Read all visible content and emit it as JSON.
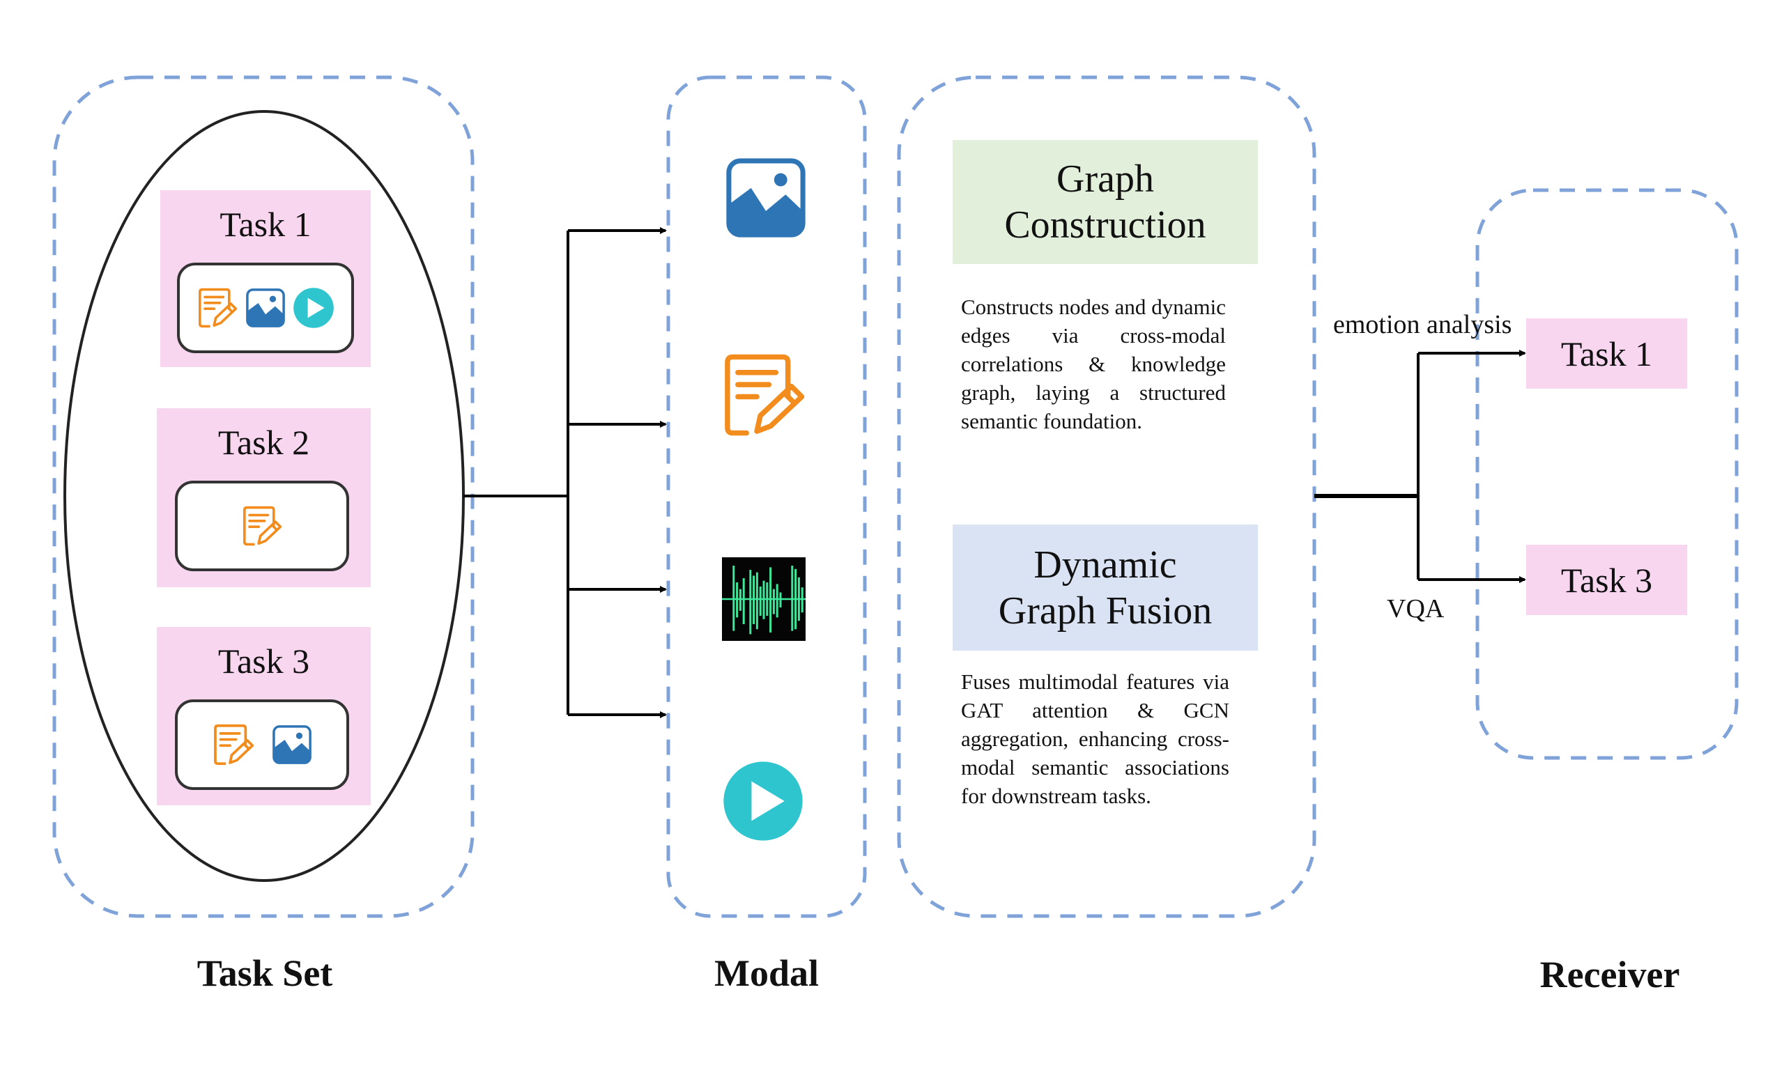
{
  "task_set": {
    "label": "Task Set",
    "tasks": [
      {
        "title": "Task 1",
        "modalities": [
          "text-edit-icon",
          "image-icon",
          "video-play-icon"
        ]
      },
      {
        "title": "Task 2",
        "modalities": [
          "text-edit-icon"
        ]
      },
      {
        "title": "Task 3",
        "modalities": [
          "text-edit-icon",
          "image-icon"
        ]
      }
    ]
  },
  "modal": {
    "label": "Modal",
    "icons": [
      "image-icon",
      "text-edit-icon",
      "audio-waveform-icon",
      "video-play-icon"
    ]
  },
  "processing": {
    "graph_construction": {
      "title_line1": "Graph",
      "title_line2": "Construction",
      "description": "Constructs nodes and dynamic edges via cross-modal correlations & knowledge graph, laying a structured semantic foundation."
    },
    "dynamic_graph_fusion": {
      "title_line1": "Dynamic",
      "title_line2": "Graph Fusion",
      "description": "Fuses multimodal features via GAT attention & GCN aggregation, enhancing cross-modal semantic associations for downstream tasks."
    }
  },
  "receiver": {
    "label": "Receiver",
    "edges": [
      {
        "label": "emotion analysis",
        "target": "Task 1"
      },
      {
        "label": "VQA",
        "target": "Task 3"
      }
    ]
  },
  "colors": {
    "dashed_border": "#7fa2d8",
    "task_pink": "#f9d6ef",
    "construction_green": "#e2efda",
    "fusion_blue": "#dae3f3",
    "text_icon_orange": "#f28c1c",
    "image_icon_blue": "#2e75b6",
    "video_icon_teal": "#2ec5cf",
    "audio_wave_green": "#3ee89a"
  }
}
